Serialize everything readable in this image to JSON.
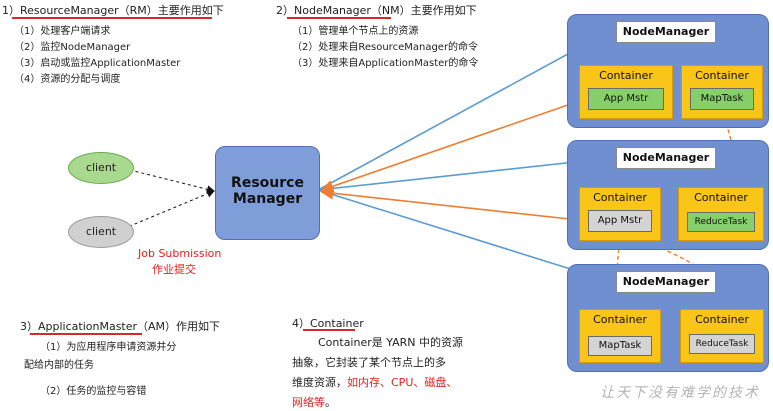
{
  "rm_section": {
    "title": "1）ResourceManager（RM）主要作用如下",
    "items": [
      "（1）处理客户端请求",
      "（2）监控NodeManager",
      "（3）启动或监控ApplicationMaster",
      "（4）资源的分配与调度"
    ]
  },
  "nm_section": {
    "title": "2）NodeManager（NM）主要作用如下",
    "items": [
      "（1）管理单个节点上的资源",
      "（2）处理来自ResourceManager的命令",
      "（3）处理来自ApplicationMaster的命令"
    ]
  },
  "am_section": {
    "title": "3）ApplicationMaster（AM）作用如下",
    "items": [
      "（1）为应用程序申请资源并分",
      "配给内部的任务",
      "（2）任务的监控与容错"
    ]
  },
  "container_section": {
    "title": "4）Container",
    "lines": [
      "Container是 YARN 中的资源",
      "抽象，它封装了某个节点上的多",
      "维度资源，",
      "如内存、CPU、磁盘、",
      "网络等",
      "。"
    ]
  },
  "clients": [
    "client",
    "client"
  ],
  "job_submission": {
    "en": "Job Submission",
    "zh": "作业提交"
  },
  "resource_manager": {
    "line1": "Resource",
    "line2": "Manager"
  },
  "nodes": [
    {
      "title": "NodeManager",
      "containers": [
        {
          "label": "Container",
          "task": "App Mstr",
          "color": "green"
        },
        {
          "label": "Container",
          "task": "MapTask",
          "color": "green"
        }
      ]
    },
    {
      "title": "NodeManager",
      "containers": [
        {
          "label": "Container",
          "task": "App Mstr",
          "color": "gray"
        },
        {
          "label": "Container",
          "task": "ReduceTask",
          "color": "green"
        }
      ]
    },
    {
      "title": "NodeManager",
      "containers": [
        {
          "label": "Container",
          "task": "MapTask",
          "color": "gray"
        },
        {
          "label": "Container",
          "task": "ReduceTask",
          "color": "gray"
        }
      ]
    }
  ],
  "watermark": "让天下没有难学的技术",
  "colors": {
    "node_blue": "#6f8fd1",
    "container_yellow": "#f9c519",
    "task_green": "#86cf6a",
    "arrow_blue": "#5b9bd5",
    "arrow_orange": "#ed7d31",
    "underline_red": "#d42a2a"
  }
}
